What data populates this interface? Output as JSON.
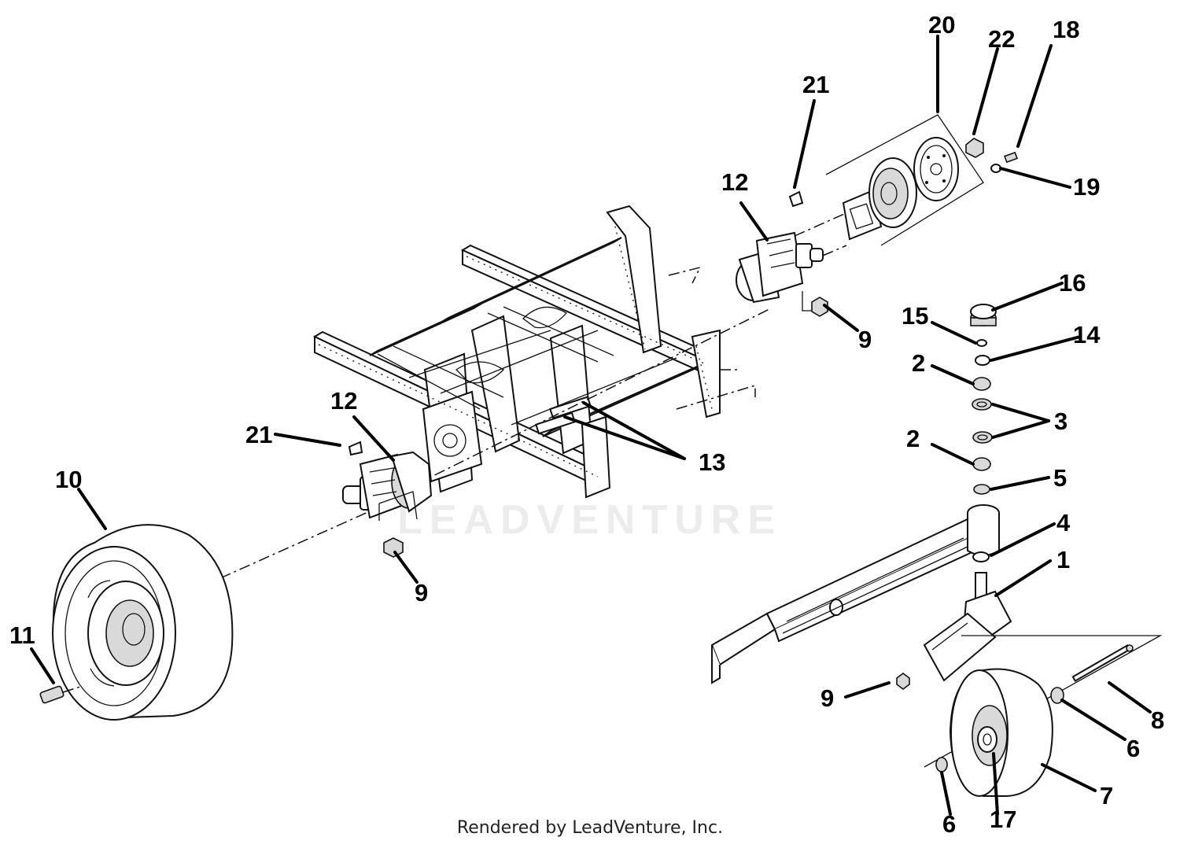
{
  "watermark": "LEADVENTURE",
  "footer": "Rendered by LeadVenture, Inc.",
  "callouts": {
    "c20": "20",
    "c22": "22",
    "c18": "18",
    "c21a": "21",
    "c19": "19",
    "c12a": "12",
    "c16": "16",
    "c9a": "9",
    "c15": "15",
    "c14": "14",
    "c2a": "2",
    "c3": "3",
    "c2b": "2",
    "c5": "5",
    "c12b": "12",
    "c21b": "21",
    "c13": "13",
    "c10": "10",
    "c4": "4",
    "c1": "1",
    "c9b": "9",
    "c11": "11",
    "c9c": "9",
    "c8": "8",
    "c6a": "6",
    "c7": "7",
    "c6b": "6",
    "c17": "17"
  }
}
